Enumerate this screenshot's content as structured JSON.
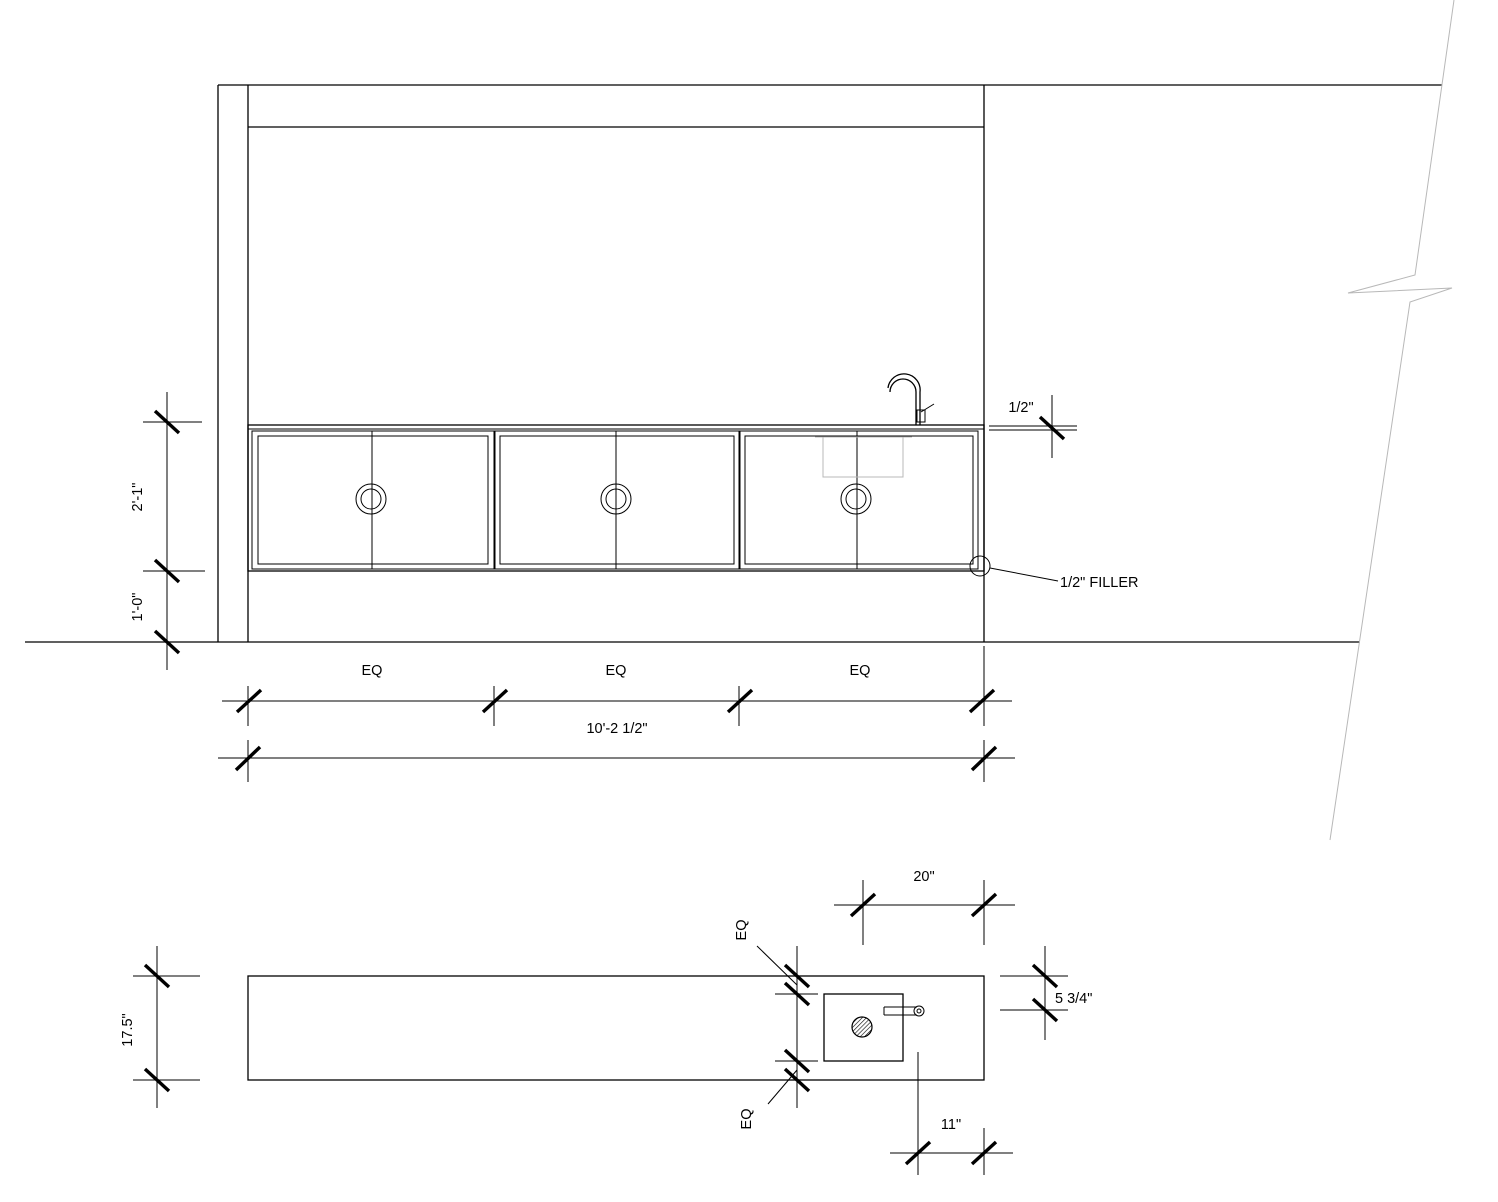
{
  "elevation": {
    "dimensions": {
      "upper_height": "2'-1\"",
      "toe_kick_height": "1'-0\"",
      "segment_labels": [
        "EQ",
        "EQ",
        "EQ"
      ],
      "overall_width": "10'-2 1/2\"",
      "top_offset": "1/2\""
    },
    "callouts": {
      "filler": "1/2\" FILLER"
    }
  },
  "plan": {
    "dimensions": {
      "depth": "17.5\"",
      "sink_width": "20\"",
      "eq_top": "EQ",
      "eq_bottom": "EQ",
      "faucet_offset": "5 3/4\"",
      "sink_end_offset": "11\""
    }
  }
}
